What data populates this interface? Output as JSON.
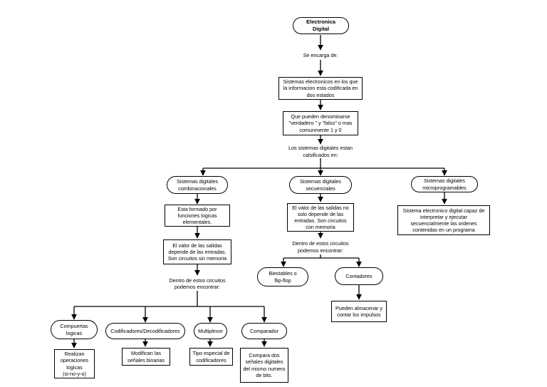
{
  "nodes": {
    "root": "Electronica Digital",
    "se_encarga": "Se encarga de:",
    "sistemas_electronicos": "Sistemas electronicos en los que\nla informacion esta codificada en\ndos estados",
    "pueden_denominarse": "Que pueden denominarse\n\"verdadero \" y \"falso\"  o mas\ncomunmente 1 y 0",
    "clasificados": "Los sistemas digitales estan\ncalsificados en:",
    "combinacionales": "Sistemas digitales\ncombinacionales",
    "secuenciales": "Sistemas digitales\nsecuenciales",
    "microprogramables": "Sistemas digitales\nmicroprogramables",
    "esta_formado": "Esta formado por\nfunciones logicas\nelementales.",
    "valor_comb": "El valor de las salidas\ndepende de las entradas.\nSon circuitos sin memoria",
    "dentro_comb": "Dentro de estos circuitos\npodemos encontrar:",
    "valor_sec": "El valor de las salidas no\nsolo  depende de las\nentradas. Son circuitos\ncon memoria",
    "dentro_sec": "Dentro de estos circuitos\npodemos encontrar:",
    "micro_desc": "Sistema electronico digital capaz de\ninterpretar y ejecutar\nsecuencialmente las ordenes\ncontenidas en un programa",
    "biestables": "Biestables o\nflip-flop",
    "contadores": "Contadores",
    "contadores_desc": "Pueden almacenar y\ncontar los impulsos",
    "compuertas": "Compuertas\nlogicas",
    "codificadores": "Codificadores/Decodificadores",
    "multiplexor": "Multiplexor",
    "comparador": "Comparador",
    "compuertas_desc": "Realizan\noperaciones\nlogicas\n(si-no-y-o)",
    "codificadores_desc": "Modifican las\nseñales binarias",
    "multiplexor_desc": "Tipo especial de\ncodificadores",
    "comparador_desc": "Compara dos\nseñales digitales\ndel mismo numero\nde bits."
  }
}
